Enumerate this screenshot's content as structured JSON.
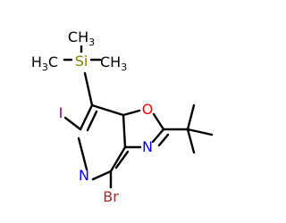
{
  "molecule": {
    "atoms": {
      "si": {
        "text": "Si",
        "color": "#808000"
      },
      "i": {
        "text": "I",
        "color": "#940094"
      },
      "o": {
        "text": "O",
        "color": "#ff0000"
      },
      "n_ring": {
        "text": "N",
        "color": "#0000ff"
      },
      "n_oxazole": {
        "text": "N",
        "color": "#0000ff"
      },
      "br": {
        "text": "Br",
        "color": "#a52a2a"
      },
      "methyl_left": {
        "text": "H",
        "sub": "3",
        "suffix": "C",
        "color": "#000000"
      },
      "methyl_top": {
        "text": "CH",
        "sub": "3",
        "color": "#000000"
      },
      "methyl_right": {
        "text": "CH",
        "sub": "3",
        "color": "#000000"
      }
    }
  }
}
